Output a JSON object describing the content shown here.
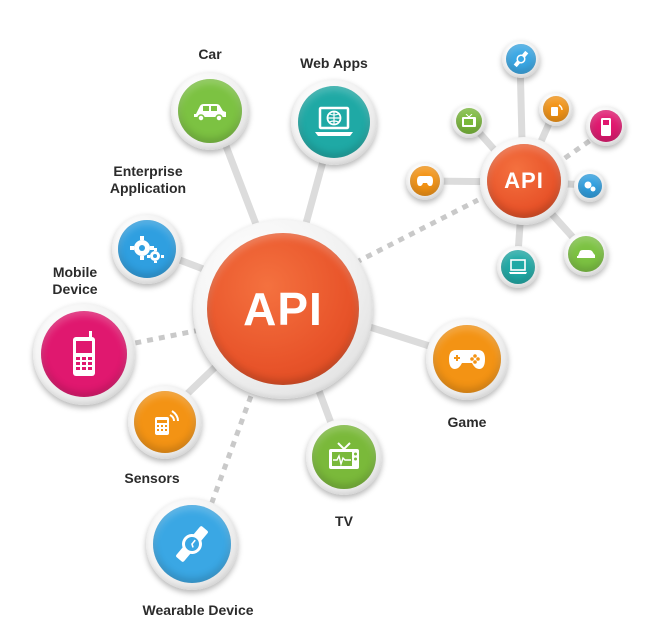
{
  "hub": {
    "label": "API"
  },
  "mini_hub": {
    "label": "API"
  },
  "nodes": {
    "car": {
      "label": "Car",
      "color": "#7cc242"
    },
    "web_apps": {
      "label": "Web Apps",
      "color": "#1fa9a5"
    },
    "enterprise": {
      "label_line1": "Enterprise",
      "label_line2": "Application",
      "color": "#2f9fe0"
    },
    "mobile": {
      "label_line1": "Mobile",
      "label_line2": "Device",
      "color": "#e0186f"
    },
    "sensors": {
      "label": "Sensors",
      "color": "#f39314"
    },
    "wearable": {
      "label": "Wearable Device",
      "color": "#3aa7e4"
    },
    "tv": {
      "label": "TV",
      "color": "#7ab93a"
    },
    "game": {
      "label": "Game",
      "color": "#f39314"
    }
  },
  "colors": {
    "hub": "#e8542a",
    "connector": "#d9d9d9",
    "dotted": "#c8c8c8"
  }
}
